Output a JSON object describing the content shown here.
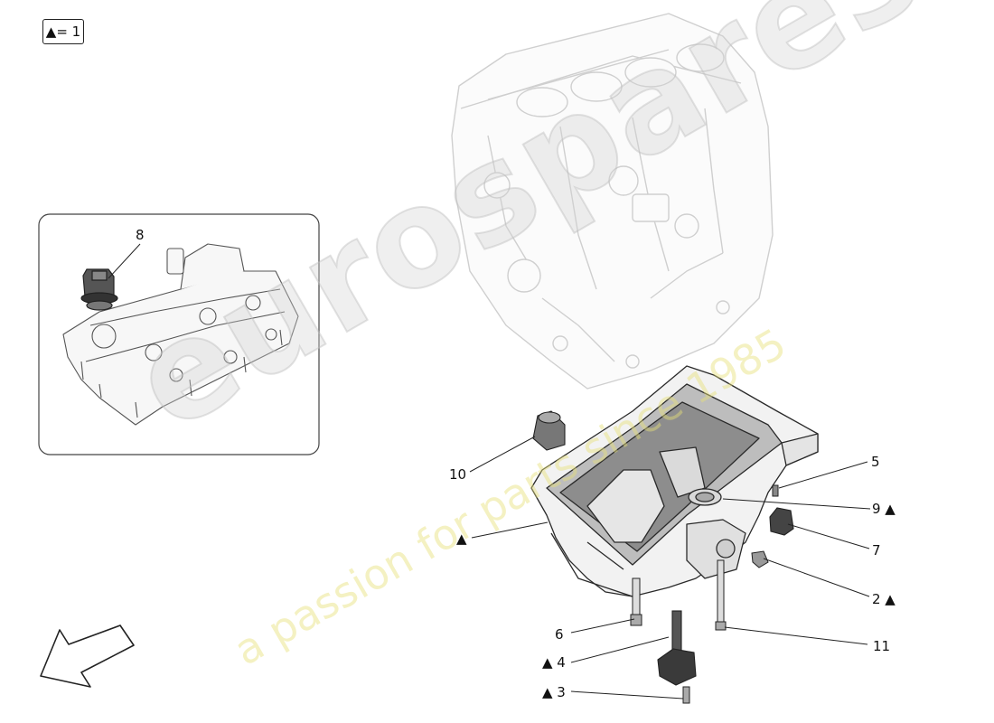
{
  "legend": {
    "text": "▲= 1"
  },
  "watermark": {
    "brand": "eurospares",
    "tagline": "a passion for parts since 1985"
  },
  "callouts": {
    "c8": "8",
    "c10": "10",
    "c5": "5",
    "c9": "9 ▲",
    "c_pan": "▲",
    "c7": "7",
    "c2": "2 ▲",
    "c6": "6",
    "c11": "11",
    "c4": "▲ 4",
    "c3": "▲ 3"
  },
  "icons": {
    "direction_arrow": "arrow-down-left-icon"
  }
}
